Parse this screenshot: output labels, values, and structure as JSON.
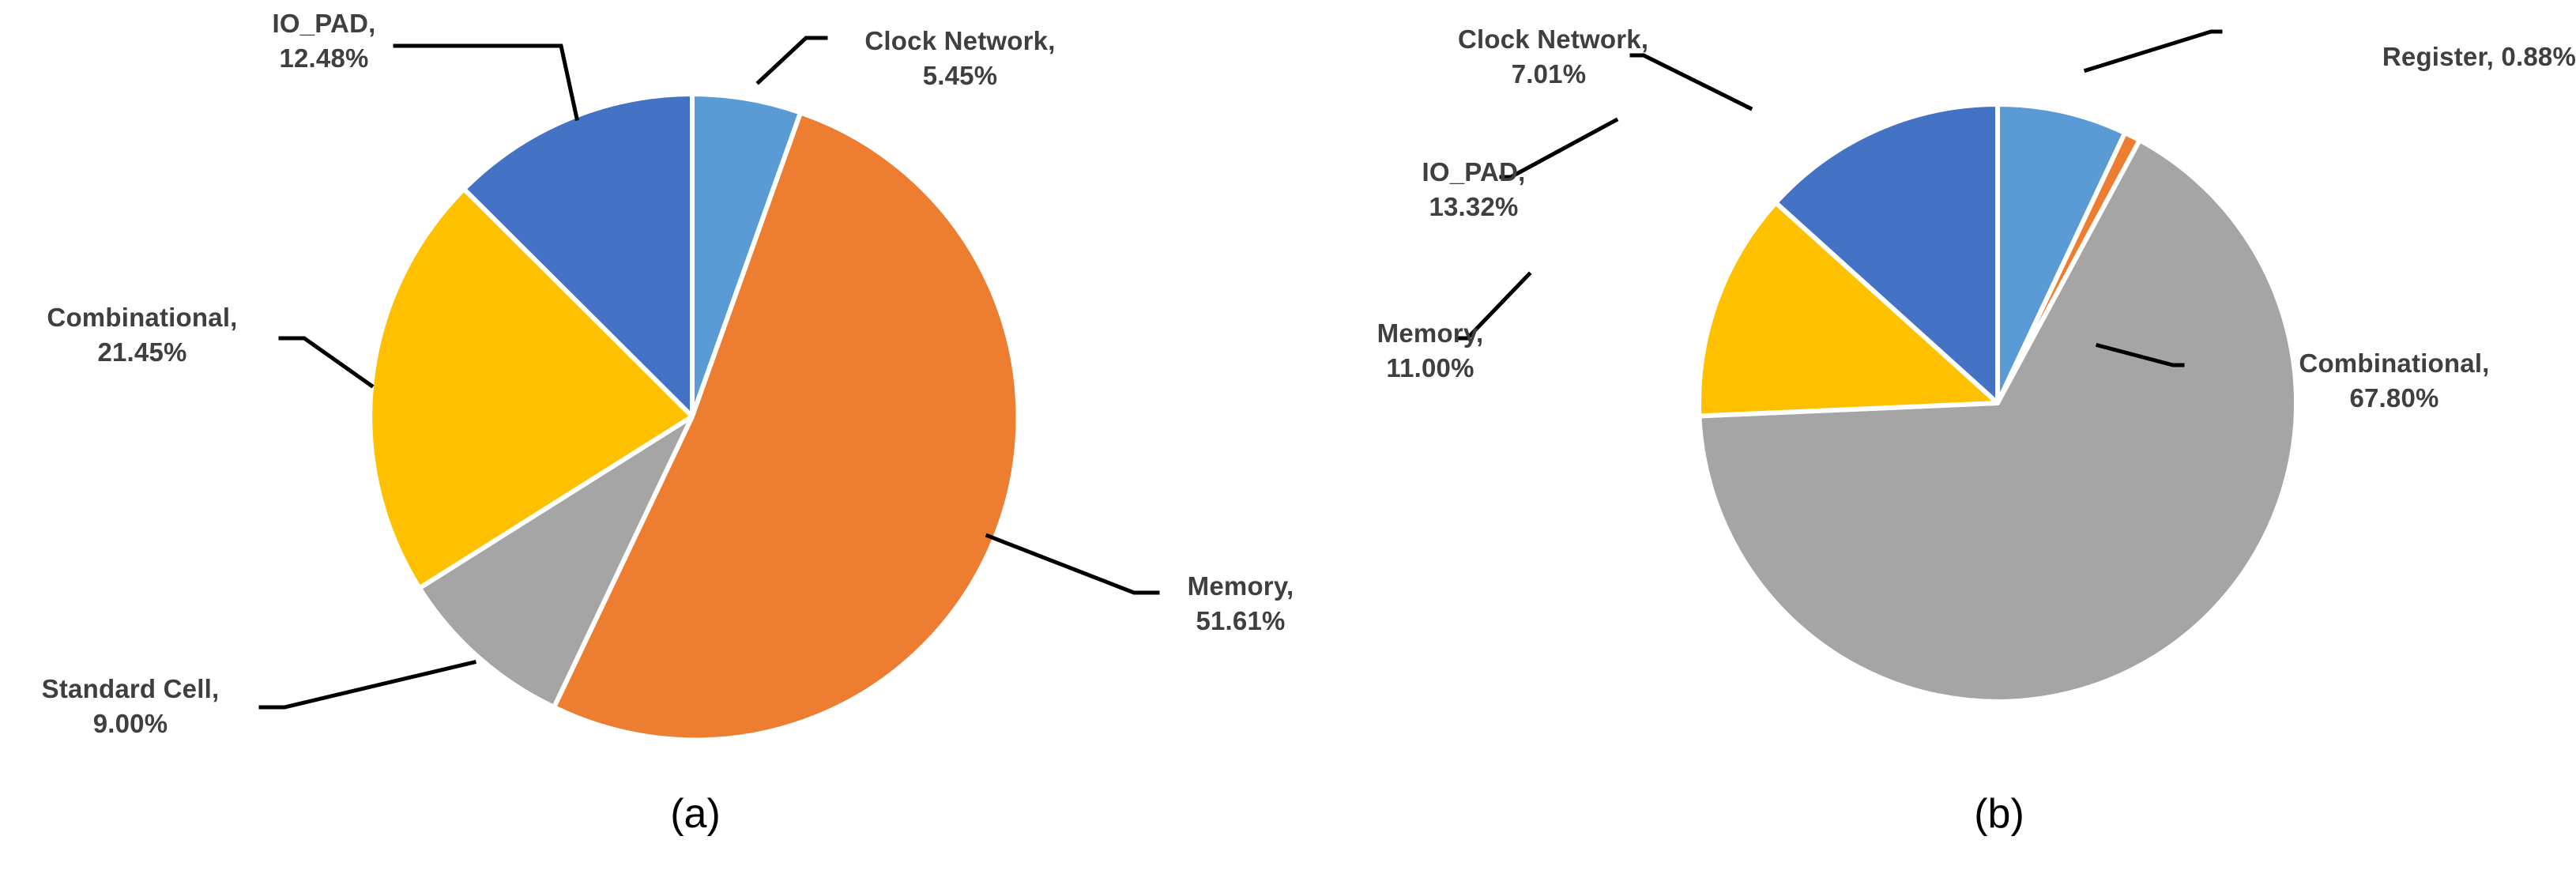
{
  "figure": {
    "background": "#ffffff",
    "label_color": "#3f3f3f",
    "caption_color": "#000000",
    "leader_color": "#000000",
    "slice_border_color": "#ffffff"
  },
  "palette": {
    "clock_network": "#5B9BD5",
    "memory_a": "#ED7D31",
    "standard_cell": "#A5A5A5",
    "combinational_a": "#FFC000",
    "io_pad": "#4472C4",
    "register": "#ED7D31",
    "combinational_b": "#A5A5A5",
    "memory_b": "#FFC000"
  },
  "captions": {
    "a": "(a)",
    "b": "(b)"
  },
  "panel_a": {
    "labels": {
      "io_pad": "IO_PAD,\n12.48%",
      "clock_network": "Clock Network,\n5.45%",
      "combinational": "Combinational,\n21.45%",
      "standard_cell": "Standard Cell,\n9.00%",
      "memory": "Memory,\n51.61%"
    }
  },
  "panel_b": {
    "labels": {
      "clock_network": "Clock Network,\n7.01%",
      "io_pad": "IO_PAD,\n13.32%",
      "memory": "Memory,\n11.00%",
      "register": "Register, 0.88%",
      "combinational": "Combinational,\n67.80%"
    }
  },
  "chart_data": [
    {
      "type": "pie",
      "id": "a",
      "title": "(a)",
      "start_angle_deg": 0,
      "direction": "clockwise",
      "unit": "percent",
      "labels_show_name_and_percent": true,
      "categories": [
        "Clock Network",
        "Memory",
        "Standard Cell",
        "Combinational",
        "IO_PAD"
      ],
      "values": [
        5.45,
        51.61,
        9.0,
        21.45,
        12.48
      ],
      "colors": [
        "#5B9BD5",
        "#ED7D31",
        "#A5A5A5",
        "#FFC000",
        "#4472C4"
      ],
      "value_labels": [
        "5.45%",
        "51.61%",
        "9.00%",
        "21.45%",
        "12.48%"
      ],
      "legend": "none",
      "grid": false
    },
    {
      "type": "pie",
      "id": "b",
      "title": "(b)",
      "start_angle_deg": 0,
      "direction": "clockwise",
      "unit": "percent",
      "labels_show_name_and_percent": true,
      "categories": [
        "Clock Network",
        "Register",
        "Combinational",
        "Memory",
        "IO_PAD"
      ],
      "values": [
        7.01,
        0.88,
        67.8,
        11.0,
        13.32
      ],
      "colors": [
        "#5B9BD5",
        "#ED7D31",
        "#A5A5A5",
        "#FFC000",
        "#4472C4"
      ],
      "value_labels": [
        "7.01%",
        "0.88%",
        "67.80%",
        "11.00%",
        "13.32%"
      ],
      "legend": "none",
      "grid": false
    }
  ]
}
